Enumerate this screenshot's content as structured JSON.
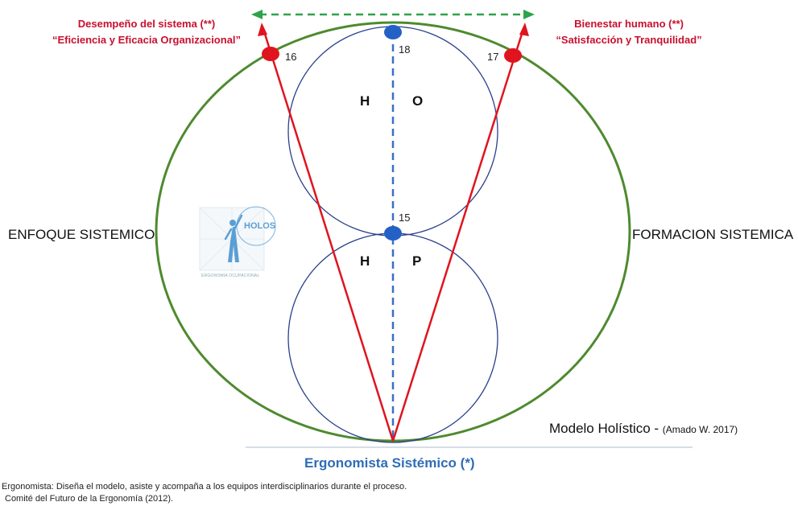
{
  "titles": {
    "left_line1": "Desempeño del sistema (**)",
    "left_line2": "“Eficiencia y Eficacia Organizacional”",
    "right_line1": "Bienestar humano (**)",
    "right_line2": "“Satisfacción y Tranquilidad”"
  },
  "sides": {
    "left": "ENFOQUE SISTEMICO",
    "right": "FORMACION SISTEMICA"
  },
  "points": {
    "p16": "16",
    "p17": "17",
    "p18": "18",
    "p15": "15"
  },
  "quadrants": {
    "upper_left": "H",
    "upper_right": "O",
    "lower_left": "H",
    "lower_right": "P"
  },
  "logo": {
    "name": "HOLOS",
    "subtitle": "ERGONOMIA OCUPACIONAL"
  },
  "model": {
    "title": "Modelo Holístico -",
    "citation": "(Amado W. 2017)"
  },
  "base_label": "Ergonomista Sistémico (*)",
  "footnotes": {
    "line1": "Ergonomista: Diseña el modelo, asiste y acompaña a los equipos interdisciplinarios durante el proceso.",
    "line2": "Comité del Futuro de la Ergonomía (2012)."
  },
  "colors": {
    "outer_ellipse": "#4e8a2e",
    "circles": "#2b3f8c",
    "red_lines": "#e0141e",
    "blue_dash": "#3a6fc7",
    "green_dash": "#2ea34a",
    "blue_points": "#2461c6",
    "red_points": "#e0141e"
  }
}
